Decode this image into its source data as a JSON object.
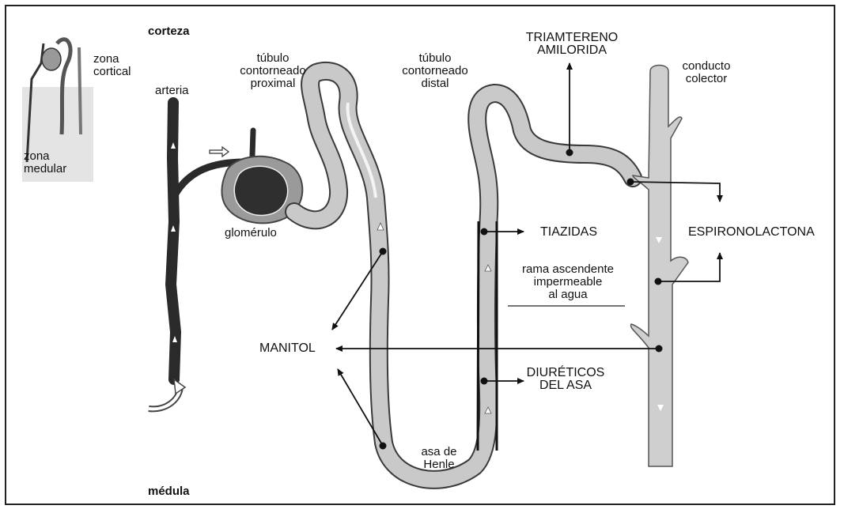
{
  "regions": {
    "top": "corteza",
    "bottom": "médula"
  },
  "inset": {
    "cortical": "zona\ncortical",
    "medular": "zona\nmedular"
  },
  "labels": {
    "arteria": "arteria",
    "proximal": "túbulo\ncontorneado\nproximal",
    "distal": "túbulo\ncontorneado\ndistal",
    "collector": "conducto\ncolector",
    "glomerulo": "glomérulo",
    "ascending": "rama ascendente\nimpermeable\nal agua",
    "henle": "asa de\nHenle"
  },
  "drugs": {
    "triamtereno": "TRIAMTERENO\nAMILORIDA",
    "tiazidas": "TIAZIDAS",
    "espironolactona": "ESPIRONOLACTONA",
    "manitol": "MANITOL",
    "diureticos_asa": "DIURÉTICOS\nDEL ASA"
  },
  "colors": {
    "ink": "#111111",
    "tubule": "#c9c9c9",
    "tubule_edge": "#3a3a3a",
    "vessel": "#2a2a2a"
  }
}
